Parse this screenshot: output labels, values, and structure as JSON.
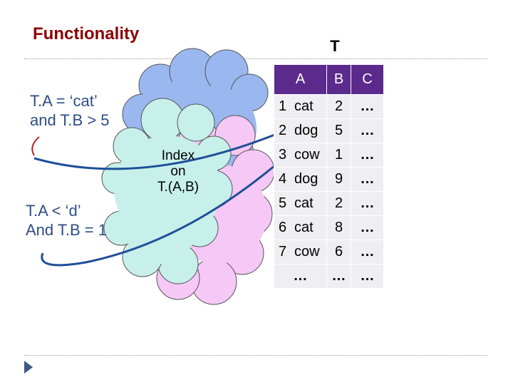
{
  "slide": {
    "title": "Functionality"
  },
  "queries": {
    "q1_line1": "T.A = ‘cat’",
    "q1_line2": "and T.B > 5",
    "q2_line1": "T.A < ‘d’",
    "q2_line2": "And T.B = 1"
  },
  "index": {
    "line1": "Index",
    "line2": "on",
    "line3": "T.(A,B)"
  },
  "table": {
    "name": "T",
    "headers": [
      "",
      "A",
      "B",
      "C"
    ],
    "rows": [
      {
        "id": "1",
        "A": "cat",
        "B": "2",
        "C": "…"
      },
      {
        "id": "2",
        "A": "dog",
        "B": "5",
        "C": "…"
      },
      {
        "id": "3",
        "A": "cow",
        "B": "1",
        "C": "…"
      },
      {
        "id": "4",
        "A": "dog",
        "B": "9",
        "C": "…"
      },
      {
        "id": "5",
        "A": "cat",
        "B": "2",
        "C": "…"
      },
      {
        "id": "6",
        "A": "cat",
        "B": "8",
        "C": "…"
      },
      {
        "id": "7",
        "A": "cow",
        "B": "6",
        "C": "…"
      }
    ],
    "ellipsis_row": {
      "id": "",
      "A": "…",
      "B": "…",
      "C": "…"
    }
  },
  "colors": {
    "title": "#8b0000",
    "query_text": "#2d4d86",
    "header_bg": "#5b2a8c",
    "cell_bg": "#efeff3",
    "bubble_blue": "#9ab7ef",
    "bubble_pink": "#f6c8f6",
    "bubble_green": "#c8f0ea",
    "arrow": "#1f4f99",
    "curve_red": "#c02020"
  }
}
